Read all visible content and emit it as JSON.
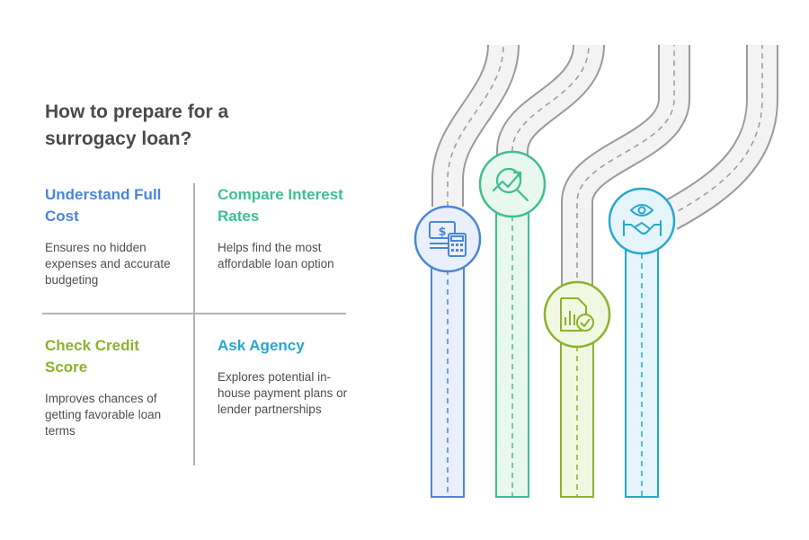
{
  "title": "How to prepare for a surrogacy loan?",
  "cards": [
    {
      "heading": "Understand Full Cost",
      "text": "Ensures no hidden expenses and accurate budgeting",
      "color": "#4a86d8"
    },
    {
      "heading": "Compare Interest Rates",
      "text": "Helps find the most affordable loan option",
      "color": "#3fbf8f"
    },
    {
      "heading": "Check Credit Score",
      "text": "Improves chances of getting favorable loan terms",
      "color": "#8bb32d"
    },
    {
      "heading": "Ask Agency",
      "text": "Explores potential in-house payment plans or lender partnerships",
      "color": "#27a8cf"
    }
  ],
  "icons": [
    {
      "name": "money-calculator-icon",
      "color": "#4a86d8"
    },
    {
      "name": "search-trend-icon",
      "color": "#3fbf8f"
    },
    {
      "name": "document-chart-check-icon",
      "color": "#8bb32d"
    },
    {
      "name": "eye-handshake-icon",
      "color": "#27a8cf"
    }
  ]
}
